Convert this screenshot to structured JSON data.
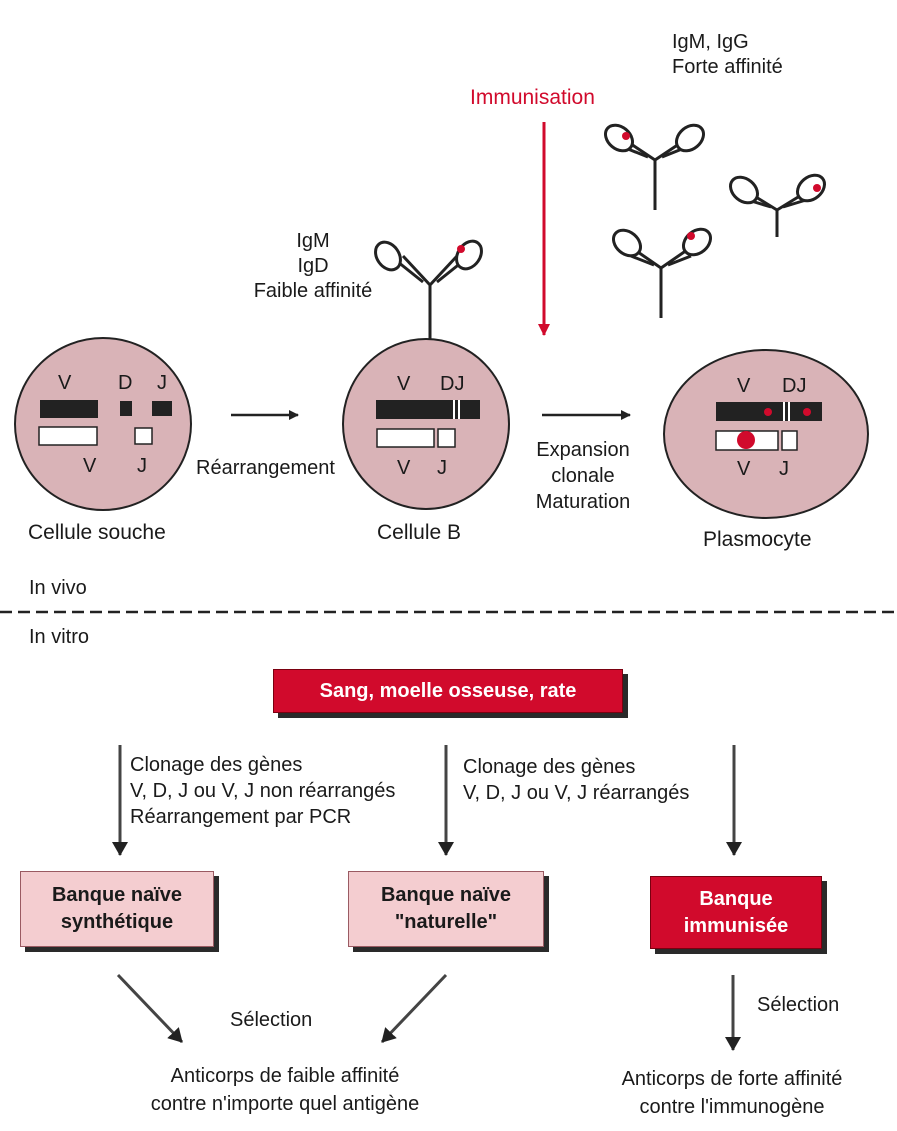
{
  "colors": {
    "accent_red": "#d10a2c",
    "cell_fill": "#d9b3b7",
    "box_pink": "#f4cdd0",
    "ink": "#1a1a1a"
  },
  "top": {
    "plasmocyte_antibodies": [
      "IgM, IgG",
      "Forte affinité"
    ],
    "immunisation": "Immunisation",
    "bcell_antibodies": [
      "IgM",
      "IgD",
      "Faible affinité"
    ]
  },
  "cells": {
    "stem": {
      "name": "Cellule souche",
      "heavy": [
        "V",
        "D",
        "J"
      ],
      "light": [
        "V",
        "J"
      ]
    },
    "bcell": {
      "name": "Cellule B",
      "heavy": [
        "V",
        "DJ"
      ],
      "light": [
        "V",
        "J"
      ]
    },
    "plasmocyte": {
      "name": "Plasmocyte",
      "heavy": [
        "V",
        "DJ"
      ],
      "light": [
        "V",
        "J"
      ]
    }
  },
  "arrows": {
    "rearrangement": "Réarrangement",
    "expansion": [
      "Expansion",
      "clonale",
      "Maturation"
    ]
  },
  "divider": {
    "in_vivo": "In vivo",
    "in_vitro": "In vitro"
  },
  "source_box": "Sang, moelle osseuse, rate",
  "cloning": {
    "left": [
      "Clonage des gènes",
      "V, D, J ou V, J non réarrangés",
      "Réarrangement par PCR"
    ],
    "middle": [
      "Clonage des gènes",
      "V, D, J ou V, J réarrangés"
    ]
  },
  "banks": {
    "synthetic": [
      "Banque naïve",
      "synthétique"
    ],
    "natural": [
      "Banque naïve",
      "\"naturelle\""
    ],
    "immunized": [
      "Banque",
      "immunisée"
    ]
  },
  "selection": {
    "left": "Sélection",
    "right": "Sélection"
  },
  "results": {
    "low": [
      "Anticorps de faible affinité",
      "contre n'importe quel antigène"
    ],
    "high": [
      "Anticorps de forte affinité",
      "contre l'immunogène"
    ]
  }
}
